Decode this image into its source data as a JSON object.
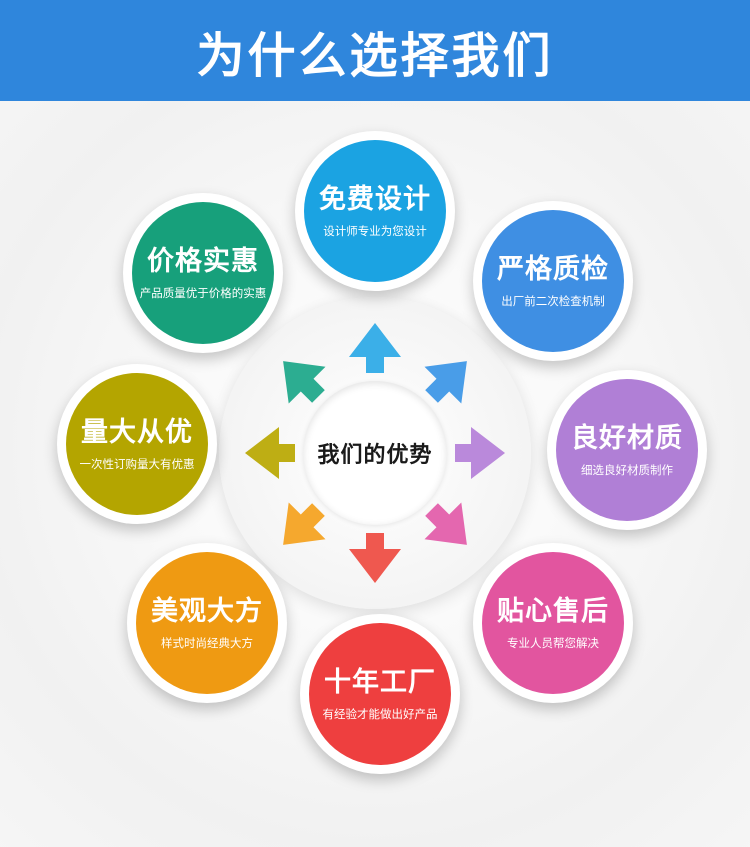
{
  "header": {
    "title": "为什么选择我们"
  },
  "center": {
    "label": "我们的优势"
  },
  "features": [
    {
      "id": "design",
      "title": "免费设计",
      "subtitle": "设计师专业为您设计",
      "color": "#1ba3e2"
    },
    {
      "id": "quality",
      "title": "严格质检",
      "subtitle": "出厂前二次检查机制",
      "color": "#3f8fe3"
    },
    {
      "id": "material",
      "title": "良好材质",
      "subtitle": "细选良好材质制作",
      "color": "#b07fd6"
    },
    {
      "id": "service",
      "title": "贴心售后",
      "subtitle": "专业人员帮您解决",
      "color": "#e2559f"
    },
    {
      "id": "factory",
      "title": "十年工厂",
      "subtitle": "有经验才能做出好产品",
      "color": "#ee3f3f"
    },
    {
      "id": "style",
      "title": "美观大方",
      "subtitle": "样式时尚经典大方",
      "color": "#ef9a12"
    },
    {
      "id": "volume",
      "title": "量大从优",
      "subtitle": "一次性订购量大有优惠",
      "color": "#b4a500"
    },
    {
      "id": "price",
      "title": "价格实惠",
      "subtitle": "产品质量优于价格的实惠",
      "color": "#17a07b"
    }
  ],
  "arrow_colors": {
    "up": "#2aa8e6",
    "up-right": "#3a95e6",
    "right": "#b47fd8",
    "down-right": "#e25aa8",
    "down": "#ee4a40",
    "down-left": "#f4a11c",
    "left": "#b8a700",
    "up-left": "#1aa688"
  }
}
